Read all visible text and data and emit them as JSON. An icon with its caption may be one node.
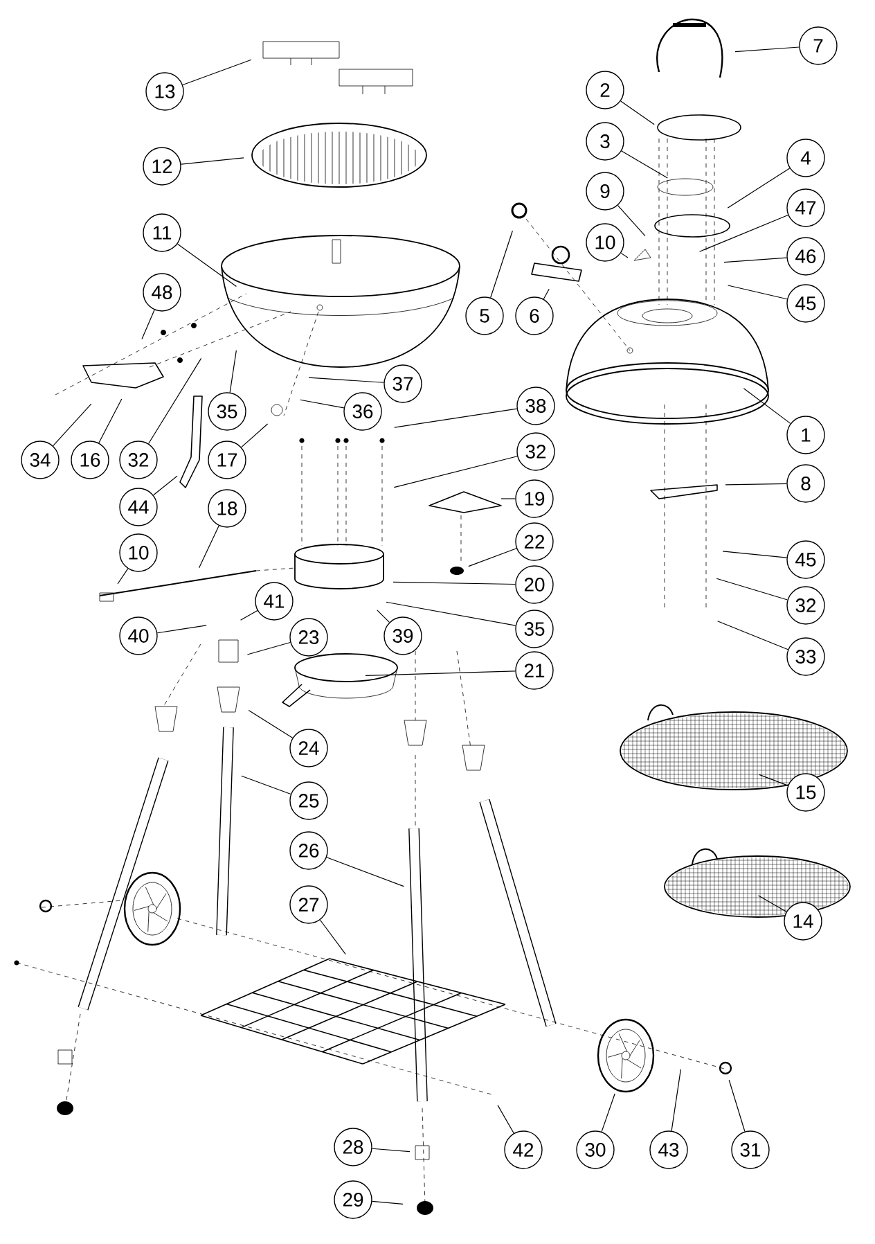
{
  "diagram": {
    "nodes": [
      {
        "text": [
          "7"
        ]
      },
      {
        "text": [
          "13"
        ]
      },
      {
        "text": [
          "2"
        ]
      },
      {
        "text": [
          "12"
        ]
      },
      {
        "text": [
          "3"
        ]
      },
      {
        "text": [
          "4"
        ]
      },
      {
        "text": [
          "9"
        ]
      },
      {
        "text": [
          "47"
        ]
      },
      {
        "text": [
          "10"
        ]
      },
      {
        "text": [
          "11"
        ]
      },
      {
        "text": [
          "46"
        ]
      },
      {
        "text": [
          "48"
        ]
      },
      {
        "text": [
          "45"
        ]
      },
      {
        "text": [
          "5"
        ]
      },
      {
        "text": [
          "6"
        ]
      },
      {
        "text": [
          "37"
        ]
      },
      {
        "text": [
          "36"
        ]
      },
      {
        "text": [
          "38"
        ]
      },
      {
        "text": [
          "35"
        ]
      },
      {
        "text": [
          "1"
        ]
      },
      {
        "text": [
          "34"
        ]
      },
      {
        "text": [
          "16"
        ]
      },
      {
        "text": [
          "32"
        ]
      },
      {
        "text": [
          "17"
        ]
      },
      {
        "text": [
          "32"
        ]
      },
      {
        "text": [
          "8"
        ]
      },
      {
        "text": [
          "19"
        ]
      },
      {
        "text": [
          "44"
        ]
      },
      {
        "text": [
          "18"
        ]
      },
      {
        "text": [
          "22"
        ]
      },
      {
        "text": [
          "10"
        ]
      },
      {
        "text": [
          "45"
        ]
      },
      {
        "text": [
          "20"
        ]
      },
      {
        "text": [
          "41"
        ]
      },
      {
        "text": [
          "32"
        ]
      },
      {
        "text": [
          "35"
        ]
      },
      {
        "text": [
          "40"
        ]
      },
      {
        "text": [
          "39"
        ]
      },
      {
        "text": [
          "23"
        ]
      },
      {
        "text": [
          "33"
        ]
      },
      {
        "text": [
          "21"
        ]
      },
      {
        "text": [
          "24"
        ]
      },
      {
        "text": [
          "15"
        ]
      },
      {
        "text": [
          "25"
        ]
      },
      {
        "text": [
          "26"
        ]
      },
      {
        "text": [
          "14"
        ]
      },
      {
        "text": [
          "27"
        ]
      },
      {
        "text": [
          "28"
        ]
      },
      {
        "text": [
          "42"
        ]
      },
      {
        "text": [
          "30"
        ]
      },
      {
        "text": [
          "43"
        ]
      },
      {
        "text": [
          "31"
        ]
      },
      {
        "text": [
          "29"
        ]
      }
    ],
    "edges": [
      {
        "from": 0,
        "to": null,
        "arrow": "none"
      },
      {
        "from": 1,
        "to": null,
        "arrow": "none"
      },
      {
        "from": 2,
        "to": null,
        "arrow": "none"
      },
      {
        "from": 3,
        "to": null,
        "arrow": "none"
      },
      {
        "from": 4,
        "to": null,
        "arrow": "none"
      },
      {
        "from": 5,
        "to": null,
        "arrow": "none"
      },
      {
        "from": 6,
        "to": null,
        "arrow": "none"
      },
      {
        "from": 7,
        "to": null,
        "arrow": "none"
      },
      {
        "from": 8,
        "to": null,
        "arrow": "none"
      },
      {
        "from": 9,
        "to": null,
        "arrow": "none"
      },
      {
        "from": 10,
        "to": null,
        "arrow": "none"
      },
      {
        "from": 11,
        "to": null,
        "arrow": "none"
      },
      {
        "from": 12,
        "to": null,
        "arrow": "none"
      },
      {
        "from": 13,
        "to": null,
        "arrow": "none"
      },
      {
        "from": 14,
        "to": null,
        "arrow": "none"
      },
      {
        "from": 15,
        "to": null,
        "arrow": "none"
      },
      {
        "from": 16,
        "to": null,
        "arrow": "none"
      },
      {
        "from": 17,
        "to": null,
        "arrow": "none"
      },
      {
        "from": 18,
        "to": null,
        "arrow": "none"
      },
      {
        "from": 19,
        "to": null,
        "arrow": "none"
      },
      {
        "from": 20,
        "to": null,
        "arrow": "none"
      },
      {
        "from": 21,
        "to": null,
        "arrow": "none"
      },
      {
        "from": 22,
        "to": null,
        "arrow": "none"
      },
      {
        "from": 23,
        "to": null,
        "arrow": "none"
      },
      {
        "from": 24,
        "to": null,
        "arrow": "none"
      },
      {
        "from": 25,
        "to": null,
        "arrow": "none"
      },
      {
        "from": 26,
        "to": null,
        "arrow": "none"
      },
      {
        "from": 27,
        "to": null,
        "arrow": "none"
      },
      {
        "from": 28,
        "to": null,
        "arrow": "none"
      },
      {
        "from": 29,
        "to": null,
        "arrow": "none"
      },
      {
        "from": 30,
        "to": null,
        "arrow": "none"
      },
      {
        "from": 31,
        "to": null,
        "arrow": "none"
      },
      {
        "from": 32,
        "to": null,
        "arrow": "none"
      },
      {
        "from": 33,
        "to": null,
        "arrow": "none"
      },
      {
        "from": 34,
        "to": null,
        "arrow": "none"
      },
      {
        "from": 35,
        "to": null,
        "arrow": "none"
      },
      {
        "from": 36,
        "to": null,
        "arrow": "none"
      },
      {
        "from": 37,
        "to": null,
        "arrow": "none"
      },
      {
        "from": 38,
        "to": null,
        "arrow": "none"
      },
      {
        "from": 39,
        "to": null,
        "arrow": "none"
      },
      {
        "from": 40,
        "to": null,
        "arrow": "none"
      },
      {
        "from": 41,
        "to": null,
        "arrow": "none"
      },
      {
        "from": 42,
        "to": null,
        "arrow": "none"
      },
      {
        "from": 43,
        "to": null,
        "arrow": "none"
      },
      {
        "from": 44,
        "to": null,
        "arrow": "none"
      },
      {
        "from": 45,
        "to": null,
        "arrow": "none"
      },
      {
        "from": 46,
        "to": null,
        "arrow": "none"
      },
      {
        "from": 47,
        "to": null,
        "arrow": "none"
      },
      {
        "from": 48,
        "to": null,
        "arrow": "none"
      },
      {
        "from": 49,
        "to": null,
        "arrow": "none"
      },
      {
        "from": 50,
        "to": null,
        "arrow": "none"
      },
      {
        "from": 51,
        "to": null,
        "arrow": "none"
      },
      {
        "from": 52,
        "to": null,
        "arrow": "none"
      }
    ]
  }
}
